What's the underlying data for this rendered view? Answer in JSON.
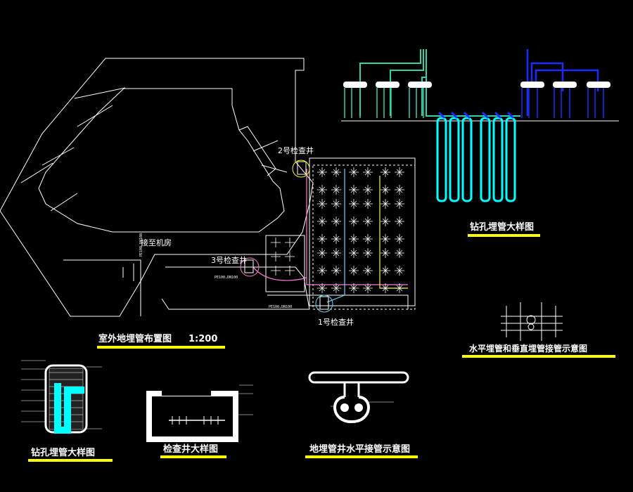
{
  "colors": {
    "background": "#000000",
    "lines": "#ffffff",
    "teal": "#2fd3a8",
    "cyan": "#00ffff",
    "blue": "#1a2cff",
    "magenta": "#ff7ad9",
    "yellow": "#ffff00",
    "title_underline": "#ffff00"
  },
  "site_plan": {
    "title": "室外地埋管布置图",
    "scale": "1:200",
    "labels": {
      "well2": "2号检查井",
      "well3": "3号检查井",
      "well1": "1号检查井",
      "to_machine_room": "接至机房",
      "pipe_spec_a": "PE100,DN100",
      "pipe_spec_b": "PE100,DN100",
      "pipe_spec_c": "PE100,DN100"
    }
  },
  "borehole_detail": {
    "title": "钻孔埋管大样图"
  },
  "horizontal_vertical": {
    "title": "水平埋管和垂直埋管接管示意图"
  },
  "borehole_section": {
    "title": "钻孔埋管大样图"
  },
  "inspection_well": {
    "title": "检查井大样图"
  },
  "manifold_detail": {
    "title": "地埋管井水平接管示意图"
  }
}
